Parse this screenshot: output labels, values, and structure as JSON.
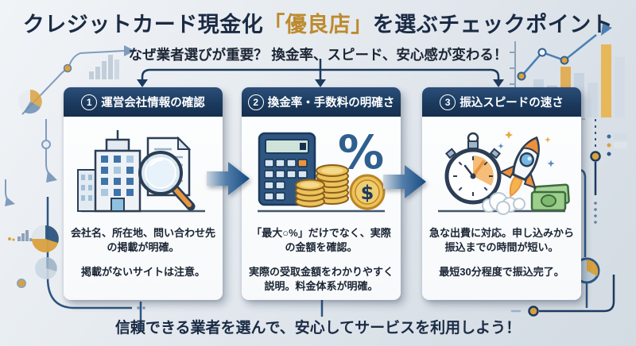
{
  "title": {
    "pre": "クレジットカード現金化",
    "highlight": "「優良店」",
    "post": "を選ぶチェックポイント"
  },
  "subtitle": "なぜ業者選びが重要？ 換金率、スピード、安心感が変わる！",
  "cards": [
    {
      "number": "1",
      "heading": "運営会社情報の確認",
      "icon": "building-document-magnifier",
      "lines": [
        "会社名、所在地、問い合わせ先の掲載が明確。",
        "掲載がないサイトは注意。"
      ]
    },
    {
      "number": "2",
      "heading": "換金率・手数料の明確さ",
      "icon": "calculator-coins-percent",
      "lines": [
        "「最大○%」だけでなく、実際の金額を確認。",
        "実際の受取金額をわかりやすく説明。料金体系が明確。"
      ]
    },
    {
      "number": "3",
      "heading": "振込スピードの速さ",
      "icon": "stopwatch-rocket-money",
      "lines": [
        "急な出費に対応。申し込みから振込までの時間が短い。",
        "最短30分程度で振込完了。"
      ]
    }
  ],
  "footer": "信頼できる業者を選んで、安心してサービスを利用しよう！",
  "glyphs": {
    "percent": "%",
    "dollar": "$"
  },
  "icons": {
    "flow": "right-arrow",
    "decorations": [
      "growth-chart",
      "bar-chart",
      "pie-chart",
      "connector-lines",
      "gold-node-dots"
    ]
  },
  "colors": {
    "background": "#dfe5ea",
    "title_navy": "#1b2b45",
    "accent_gold": "#bd8a2f",
    "header_navy": "#1b3a5e",
    "arrow_blue": "#174b82",
    "line_blue": "#7f9cbd",
    "body_text": "#1a2433"
  }
}
